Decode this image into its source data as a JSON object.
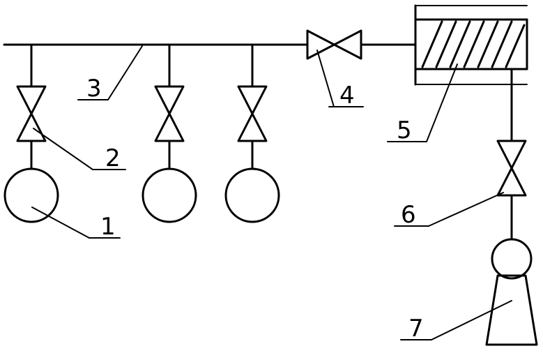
{
  "diagram": {
    "callouts": [
      {
        "id": "1",
        "text": "1"
      },
      {
        "id": "2",
        "text": "2"
      },
      {
        "id": "3",
        "text": "3"
      },
      {
        "id": "4",
        "text": "4"
      },
      {
        "id": "5",
        "text": "5"
      },
      {
        "id": "6",
        "text": "6"
      },
      {
        "id": "7",
        "text": "7"
      }
    ],
    "stroke_color": "#000000",
    "background_color": "#ffffff"
  }
}
